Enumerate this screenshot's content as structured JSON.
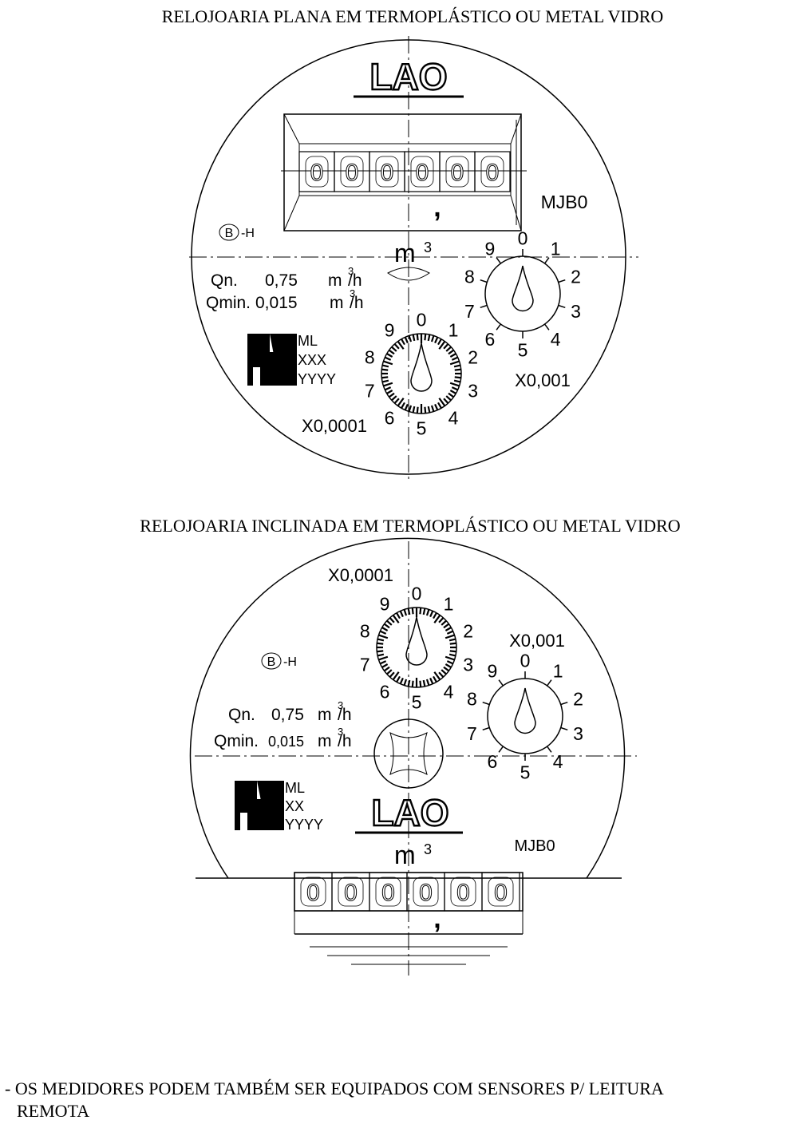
{
  "top": {
    "title": "RELOJOARIA PLANA EM TERMOPLÁSTICO OU METAL VIDRO",
    "brand": "LAO",
    "model": "MJB0",
    "class_mark": "B",
    "class_suffix": "-H",
    "unit": "m",
    "unit_sup": "3",
    "qn_label": "Qn.",
    "qn_value": "0,75",
    "qmin_label": "Qmin.",
    "qmin_value": "0,015",
    "flow_unit": "m",
    "flow_unit_sup": "3",
    "flow_unit_tail": "/h",
    "inmetro_lines": [
      "ML",
      "XXX",
      "YYYY"
    ],
    "odometer_digits": [
      "0",
      "0",
      "0",
      "0",
      "0",
      "0"
    ],
    "comma": ",",
    "dial_fine_label": "X0,0001",
    "dial_coarse_label": "X0,001",
    "dial_numbers": [
      "0",
      "1",
      "2",
      "3",
      "4",
      "5",
      "6",
      "7",
      "8",
      "9"
    ]
  },
  "bottom": {
    "title": "RELOJOARIA INCLINADA EM TERMOPLÁSTICO OU METAL VIDRO",
    "brand": "LAO",
    "model": "MJB0",
    "class_mark": "B",
    "class_suffix": "-H",
    "unit": "m",
    "unit_sup": "3",
    "qn_label": "Qn.",
    "qn_value": "0,75",
    "qmin_label": "Qmin.",
    "qmin_value": "0,015",
    "flow_unit": "m",
    "flow_unit_sup": "3",
    "flow_unit_tail": "/h",
    "inmetro_lines": [
      "ML",
      "XX",
      "YYYY"
    ],
    "odometer_digits": [
      "0",
      "0",
      "0",
      "0",
      "0",
      "0"
    ],
    "comma": ",",
    "dial_fine_label": "X0,0001",
    "dial_coarse_label": "X0,001",
    "dial_numbers": [
      "0",
      "1",
      "2",
      "3",
      "4",
      "5",
      "6",
      "7",
      "8",
      "9"
    ]
  },
  "footnote": {
    "line1": "- OS MEDIDORES PODEM TAMBÉM SER EQUIPADOS COM SENSORES P/ LEITURA",
    "line2": "REMOTA"
  }
}
